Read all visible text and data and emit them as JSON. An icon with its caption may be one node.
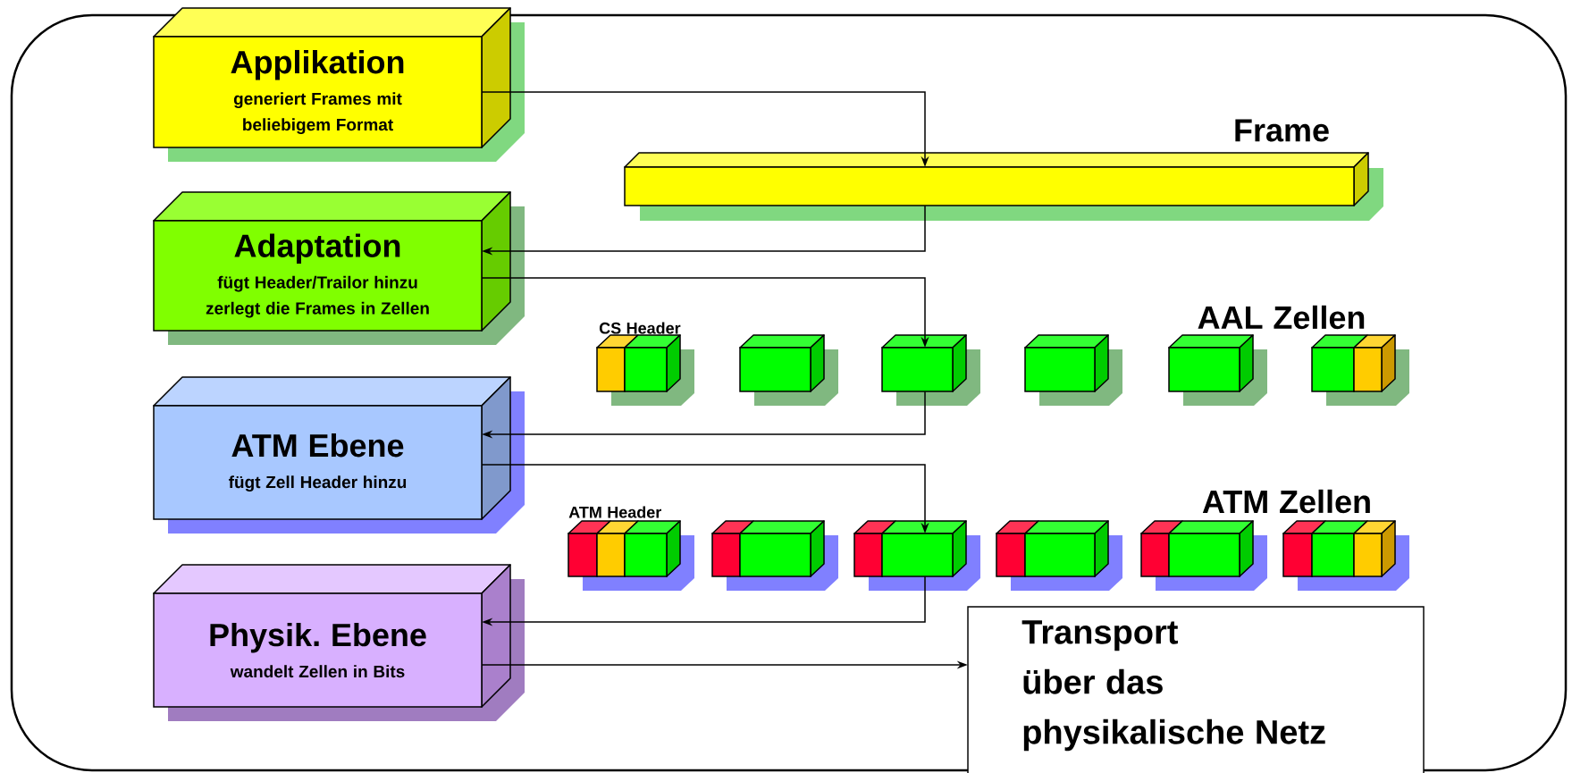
{
  "diagram": {
    "nodes": [
      {
        "text": [
          "Applikation",
          "generiert Frames mit beliebigem Format"
        ]
      },
      {
        "text": [
          "Adaptation",
          "fügt Header/Trailor hinzu",
          "zerlegt die Frames in Zellen"
        ]
      },
      {
        "text": [
          "ATM Ebene",
          "fügt Zell Header hinzu"
        ]
      },
      {
        "text": [
          "Physik. Ebene",
          "wandelt Zellen in Bits"
        ]
      },
      {
        "text": [
          "Frame"
        ]
      },
      {
        "text": [],
        "shape": "box"
      },
      {
        "text": [],
        "shape": "box"
      },
      {
        "text": [],
        "shape": "box"
      },
      {
        "text": [],
        "shape": "box"
      },
      {
        "text": [],
        "shape": "box"
      },
      {
        "text": [],
        "shape": "box"
      },
      {
        "text": [],
        "shape": "box"
      },
      {
        "text": [],
        "shape": "box"
      },
      {
        "text": [],
        "shape": "box"
      },
      {
        "text": [],
        "shape": "box"
      },
      {
        "text": [],
        "shape": "box"
      },
      {
        "text": [],
        "shape": "box"
      },
      {
        "text": [
          "Transport über das physikalische Netz"
        ]
      }
    ],
    "edges": [
      {
        "from": 0,
        "to": 4,
        "arrow": "to"
      },
      {
        "from": 4,
        "to": 1,
        "arrow": "to"
      },
      {
        "from": 1,
        "to": 7,
        "arrow": "to"
      },
      {
        "from": 7,
        "to": 2,
        "arrow": "to"
      },
      {
        "from": 2,
        "to": 13,
        "arrow": "to"
      },
      {
        "from": 13,
        "to": 3,
        "arrow": "to"
      },
      {
        "from": 3,
        "to": 17,
        "arrow": "to"
      }
    ],
    "labels": [
      "AAL Zellen",
      "CS Header",
      "ATM Zellen",
      "ATM Header"
    ]
  }
}
